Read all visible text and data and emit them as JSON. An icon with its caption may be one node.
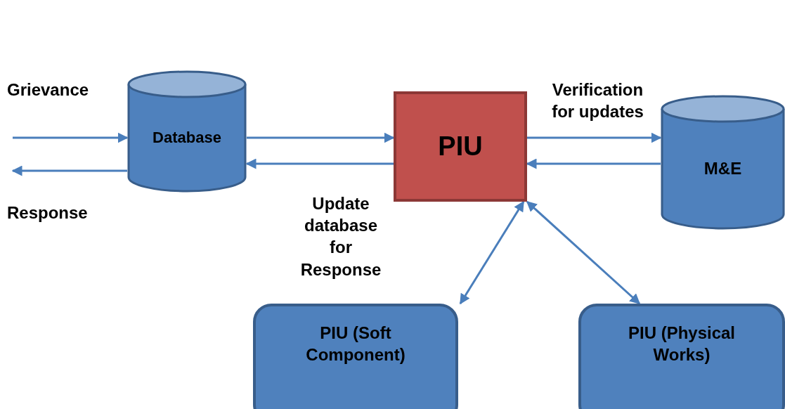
{
  "diagram": {
    "nodes": [
      {
        "text": [
          "Database"
        ]
      },
      {
        "text": [
          "PIU"
        ]
      },
      {
        "text": [
          "M&E"
        ]
      },
      {
        "text": [
          "PIU (Soft Component)"
        ]
      },
      {
        "text": [
          "PIU (Physical Works)"
        ]
      }
    ],
    "edges": [
      {
        "from": null,
        "to": 0,
        "arrow": "to",
        "label": "Grievance"
      },
      {
        "from": 0,
        "to": null,
        "arrow": "to",
        "label": "Response"
      },
      {
        "from": 0,
        "to": 1,
        "arrow": "to"
      },
      {
        "from": 1,
        "to": 0,
        "arrow": "to",
        "label": "Update database for Response"
      },
      {
        "from": 1,
        "to": 2,
        "arrow": "to",
        "label": "Verification for updates"
      },
      {
        "from": 2,
        "to": 1,
        "arrow": "to"
      },
      {
        "from": 1,
        "to": 3,
        "arrow": "both"
      },
      {
        "from": 1,
        "to": 4,
        "arrow": "both"
      }
    ]
  }
}
